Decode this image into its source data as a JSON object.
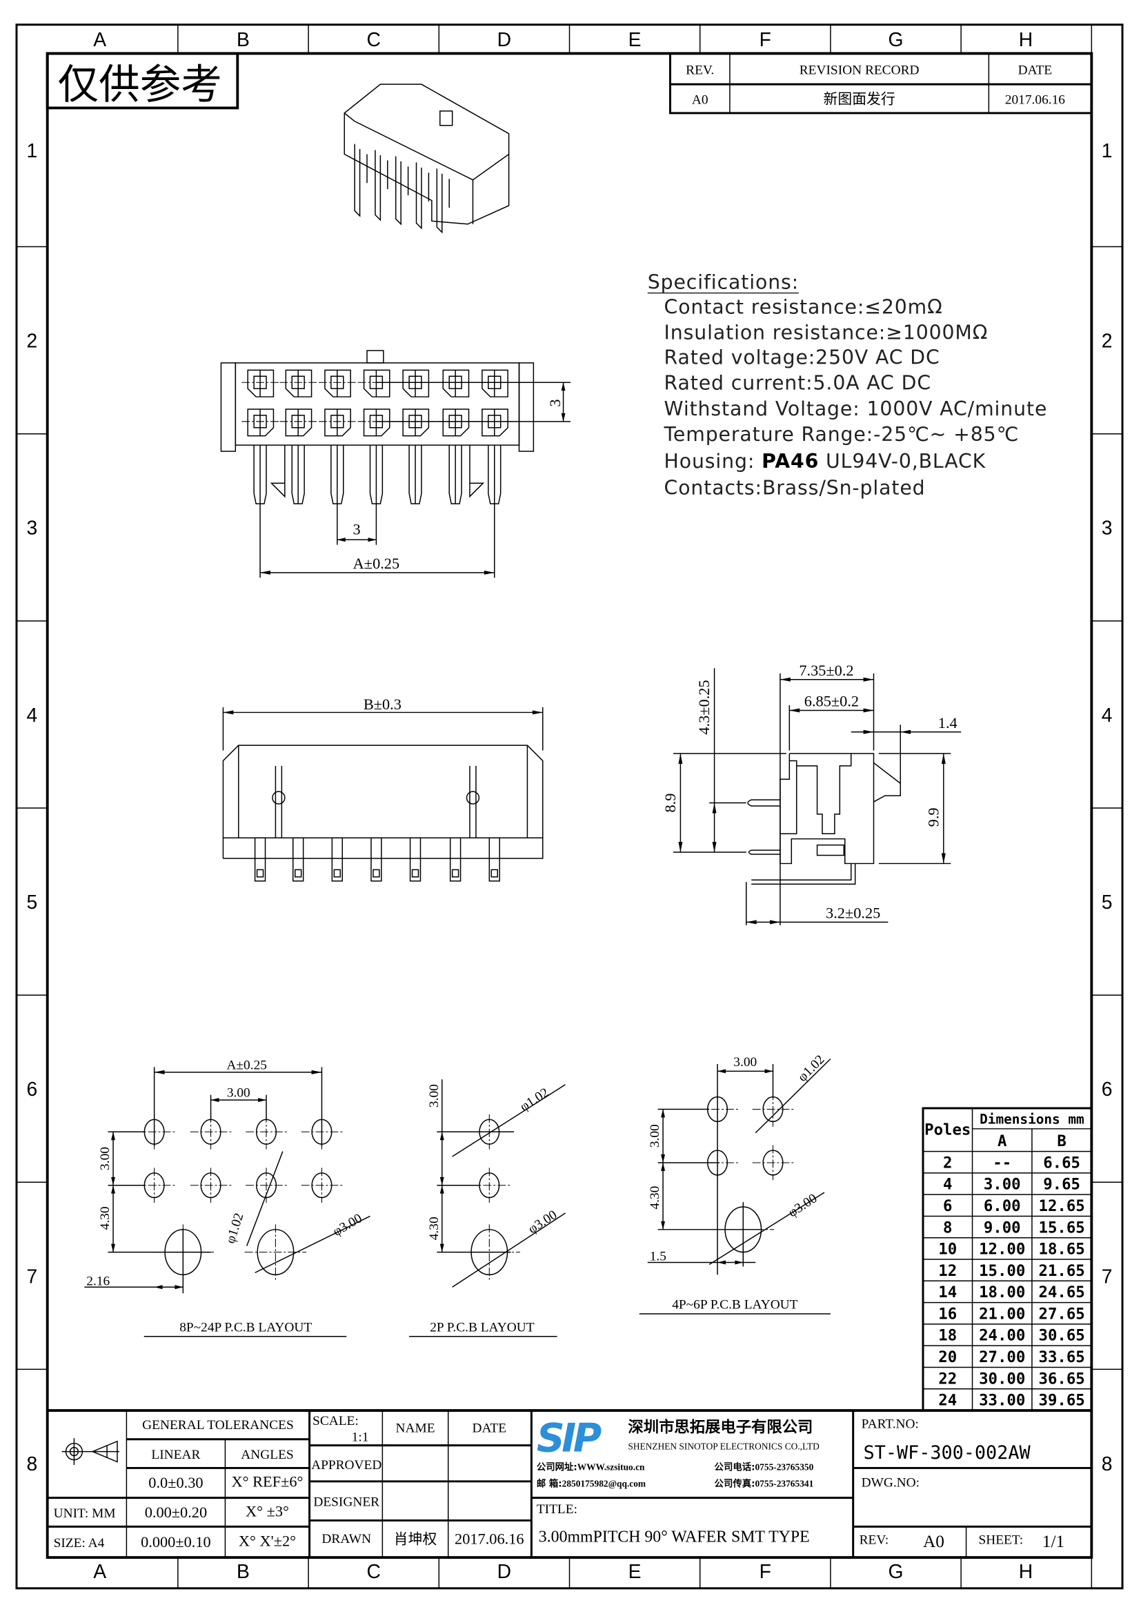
{
  "frame": {
    "columns": [
      "A",
      "B",
      "C",
      "D",
      "E",
      "F",
      "G",
      "H"
    ],
    "rows": [
      "1",
      "2",
      "3",
      "4",
      "5",
      "6",
      "7",
      "8"
    ]
  },
  "stamp": "仅供参考",
  "revision": {
    "headers": {
      "rev": "REV.",
      "record": "REVISION RECORD",
      "date": "DATE"
    },
    "row": {
      "rev": "A0",
      "record": "新图面发行",
      "date": "2017.06.16"
    }
  },
  "specs": {
    "title": "Specifications:",
    "contact": "Contact  resistance:≤20mΩ",
    "insulation": "Insulation  resistance:≥1000MΩ",
    "voltage": "Rated  voltage:250V  AC  DC",
    "current": "Rated  current:5.0A  AC  DC",
    "withstand": "Withstand  Voltage: 1000V  AC/minute",
    "temperature": "Temperature  Range:-25℃~  +85℃",
    "housing_prefix": "Housing: ",
    "housing_material": "PA46",
    "housing_suffix": " UL94V-0,BLACK",
    "contacts": "Contacts:Brass/Sn-plated"
  },
  "front_view": {
    "pitch_label": "3",
    "row_pitch_label": "3",
    "width_label": "A±0.25"
  },
  "bottom_view": {
    "width_label": "B±0.3"
  },
  "side_view": {
    "depth_735": "7.35±0.2",
    "depth_685": "6.85±0.2",
    "latch_14": "1.4",
    "height_89": "8.9",
    "height_43": "4.3±0.25",
    "height_99": "9.9",
    "offset_32": "3.2±0.25"
  },
  "pcb": {
    "large": {
      "a_label": "A±0.25",
      "pitch": "3.00",
      "row": "3.00",
      "offset": "4.30",
      "x_offset": "2.16",
      "hole": "φ1.02",
      "peg": "φ3.00",
      "title": "8P~24P P.C.B LAYOUT"
    },
    "two": {
      "row": "3.00",
      "offset": "4.30",
      "hole": "φ1.02",
      "peg": "φ3.00",
      "title": "2P P.C.B LAYOUT"
    },
    "four": {
      "pitch": "3.00",
      "row": "3.00",
      "offset": "4.30",
      "x_offset": "1.5",
      "hole": "φ1.02",
      "peg": "φ3.00",
      "title": "4P~6P P.C.B LAYOUT"
    }
  },
  "dimension_table": {
    "poles_header": "Poles",
    "dims_header": "Dimensions mm",
    "col_a": "A",
    "col_b": "B",
    "rows": [
      [
        "2",
        "--",
        "6.65"
      ],
      [
        "4",
        "3.00",
        "9.65"
      ],
      [
        "6",
        "6.00",
        "12.65"
      ],
      [
        "8",
        "9.00",
        "15.65"
      ],
      [
        "10",
        "12.00",
        "18.65"
      ],
      [
        "12",
        "15.00",
        "21.65"
      ],
      [
        "14",
        "18.00",
        "24.65"
      ],
      [
        "16",
        "21.00",
        "27.65"
      ],
      [
        "18",
        "24.00",
        "30.65"
      ],
      [
        "20",
        "27.00",
        "33.65"
      ],
      [
        "22",
        "30.00",
        "36.65"
      ],
      [
        "24",
        "33.00",
        "39.65"
      ]
    ]
  },
  "title_block": {
    "general_tolerances": "GENERAL TOLERANCES",
    "linear": "LINEAR",
    "angles": "ANGLES",
    "tol1_linear": "0.0±0.30",
    "tol1_angle": "X° REF±6°",
    "unit": "UNIT: MM",
    "tol2_linear": "0.00±0.20",
    "tol2_angle": "X° ±3°",
    "size": "SIZE: A4",
    "tol3_linear": "0.000±0.10",
    "tol3_angle": "X° X'±2°",
    "scale_label": "SCALE:",
    "scale_value": "1:1",
    "name": "NAME",
    "date": "DATE",
    "approved": "APPROVED",
    "designer": "DESIGNER",
    "drawn": "DRAWN",
    "drawn_name": "肖坤权",
    "drawn_date": "2017.06.16",
    "logo_text": "SIP",
    "company_cn": "深圳市思拓展电子有限公司",
    "company_en": "SHENZHEN SINOTOP ELECTRONICS CO.,LTD",
    "website_label": "公司网址:",
    "website": "WWW.szsituo.cn",
    "phone_label": "公司电话:",
    "phone": "0755-23765350",
    "email_label": "邮    箱:",
    "email": "2850175982@qq.com",
    "fax_label": "公司传真:",
    "fax": "0755-23765341",
    "title_label": "TITLE:",
    "title": "3.00mmPITCH 90° WAFER SMT TYPE",
    "part_no_label": "PART.NO:",
    "part_no": "ST-WF-300-002AW",
    "dwg_no_label": "DWG.NO:",
    "rev_label": "REV:",
    "rev": "A0",
    "sheet_label": "SHEET:",
    "sheet": "1/1"
  },
  "colors": {
    "logo_blue": "#2b8fd9",
    "ink": "#000000"
  }
}
